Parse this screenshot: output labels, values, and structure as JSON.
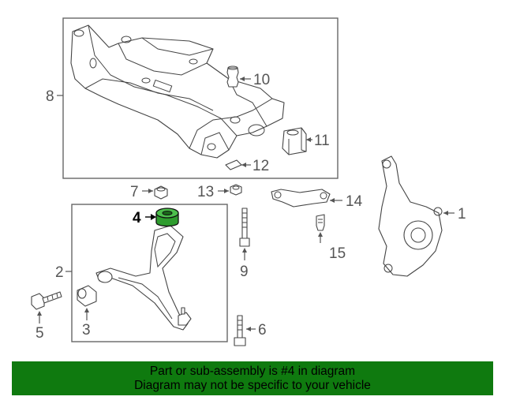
{
  "callouts": {
    "c1": "1",
    "c2": "2",
    "c3": "3",
    "c4": "4",
    "c5": "5",
    "c6": "6",
    "c7": "7",
    "c8": "8",
    "c9": "9",
    "c10": "10",
    "c11": "11",
    "c12": "12",
    "c13": "13",
    "c14": "14",
    "c15": "15"
  },
  "highlight_callout": "4",
  "colors": {
    "banner": "#0f7a0f",
    "highlight_part": "#2e9c2e"
  },
  "banner": {
    "line1": "Part or sub-assembly is #4 in diagram",
    "line2": "Diagram may not be specific to your vehicle"
  }
}
